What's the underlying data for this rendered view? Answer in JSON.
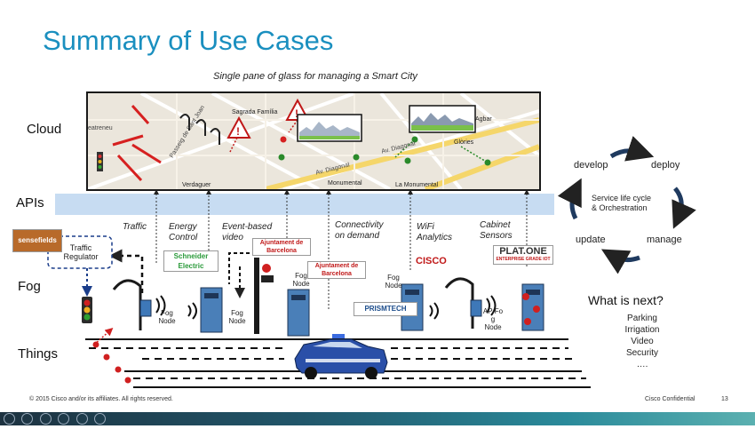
{
  "title": "Summary of Use Cases",
  "subtitle": "Single pane of glass for managing a Smart City",
  "layers": {
    "cloud": "Cloud",
    "apis": "APIs",
    "fog": "Fog",
    "things": "Things"
  },
  "map_labels": {
    "sagrada": "Sagrada Família",
    "eatreneu": "eatreneu",
    "verdaguer": "Verdaguer",
    "monumental": "Monumental",
    "la_monumental": "La Monumental",
    "av_diagonal_1": "Av. Diagonal",
    "av_diagonal_2": "Av. Diagonal",
    "glories": "Glòries",
    "agbar": "Agbar",
    "passeig": "Passeig de Sant Joan"
  },
  "categories": {
    "traffic": "Traffic",
    "energy": "Energy\nControl",
    "event_video": "Event-based\nvideo",
    "connectivity": "Connectivity\non demand",
    "wifi": "WiFi\nAnalytics",
    "cabinet": "Cabinet\nSensors"
  },
  "logos": {
    "sensefields": "sensefields",
    "schneider": "Schneider Electric",
    "ajuntament_1": "Ajuntament de Barcelona",
    "ajuntament_2": "Ajuntament de Barcelona",
    "cisco": "CISCO",
    "platone": "PLAT.ONE",
    "platone_sub": "ENTERPRISE GRADE IOT",
    "prismtech": "PRISMTECH"
  },
  "fog_labels": {
    "traffic_regulator": "Traffic\nRegulator",
    "fog_node_1": "Fog\nNode",
    "fog_node_2": "Fog\nNode",
    "fog_node_3": "Fog\nNode",
    "fog_node_4": "Fog\nNode",
    "ap_fog_node": "AP/Fo\ng\nNode"
  },
  "lifecycle": {
    "develop": "develop",
    "deploy": "deploy",
    "center": "Service life cycle\n& Orchestration",
    "update": "update",
    "manage": "manage"
  },
  "whats_next": {
    "heading": "What is next?",
    "items": [
      "Parking",
      "Irrigation",
      "Video",
      "Security",
      "…."
    ]
  },
  "footer": {
    "copyright": "© 2015  Cisco and/or its affiliates. All rights reserved.",
    "confidential": "Cisco Confidential",
    "page": "13"
  },
  "colors": {
    "title": "#1a8fbf",
    "apis_band": "#c7dcf2",
    "arrow_dark": "#1f3a5f",
    "fog_box": "#3e78b8"
  }
}
